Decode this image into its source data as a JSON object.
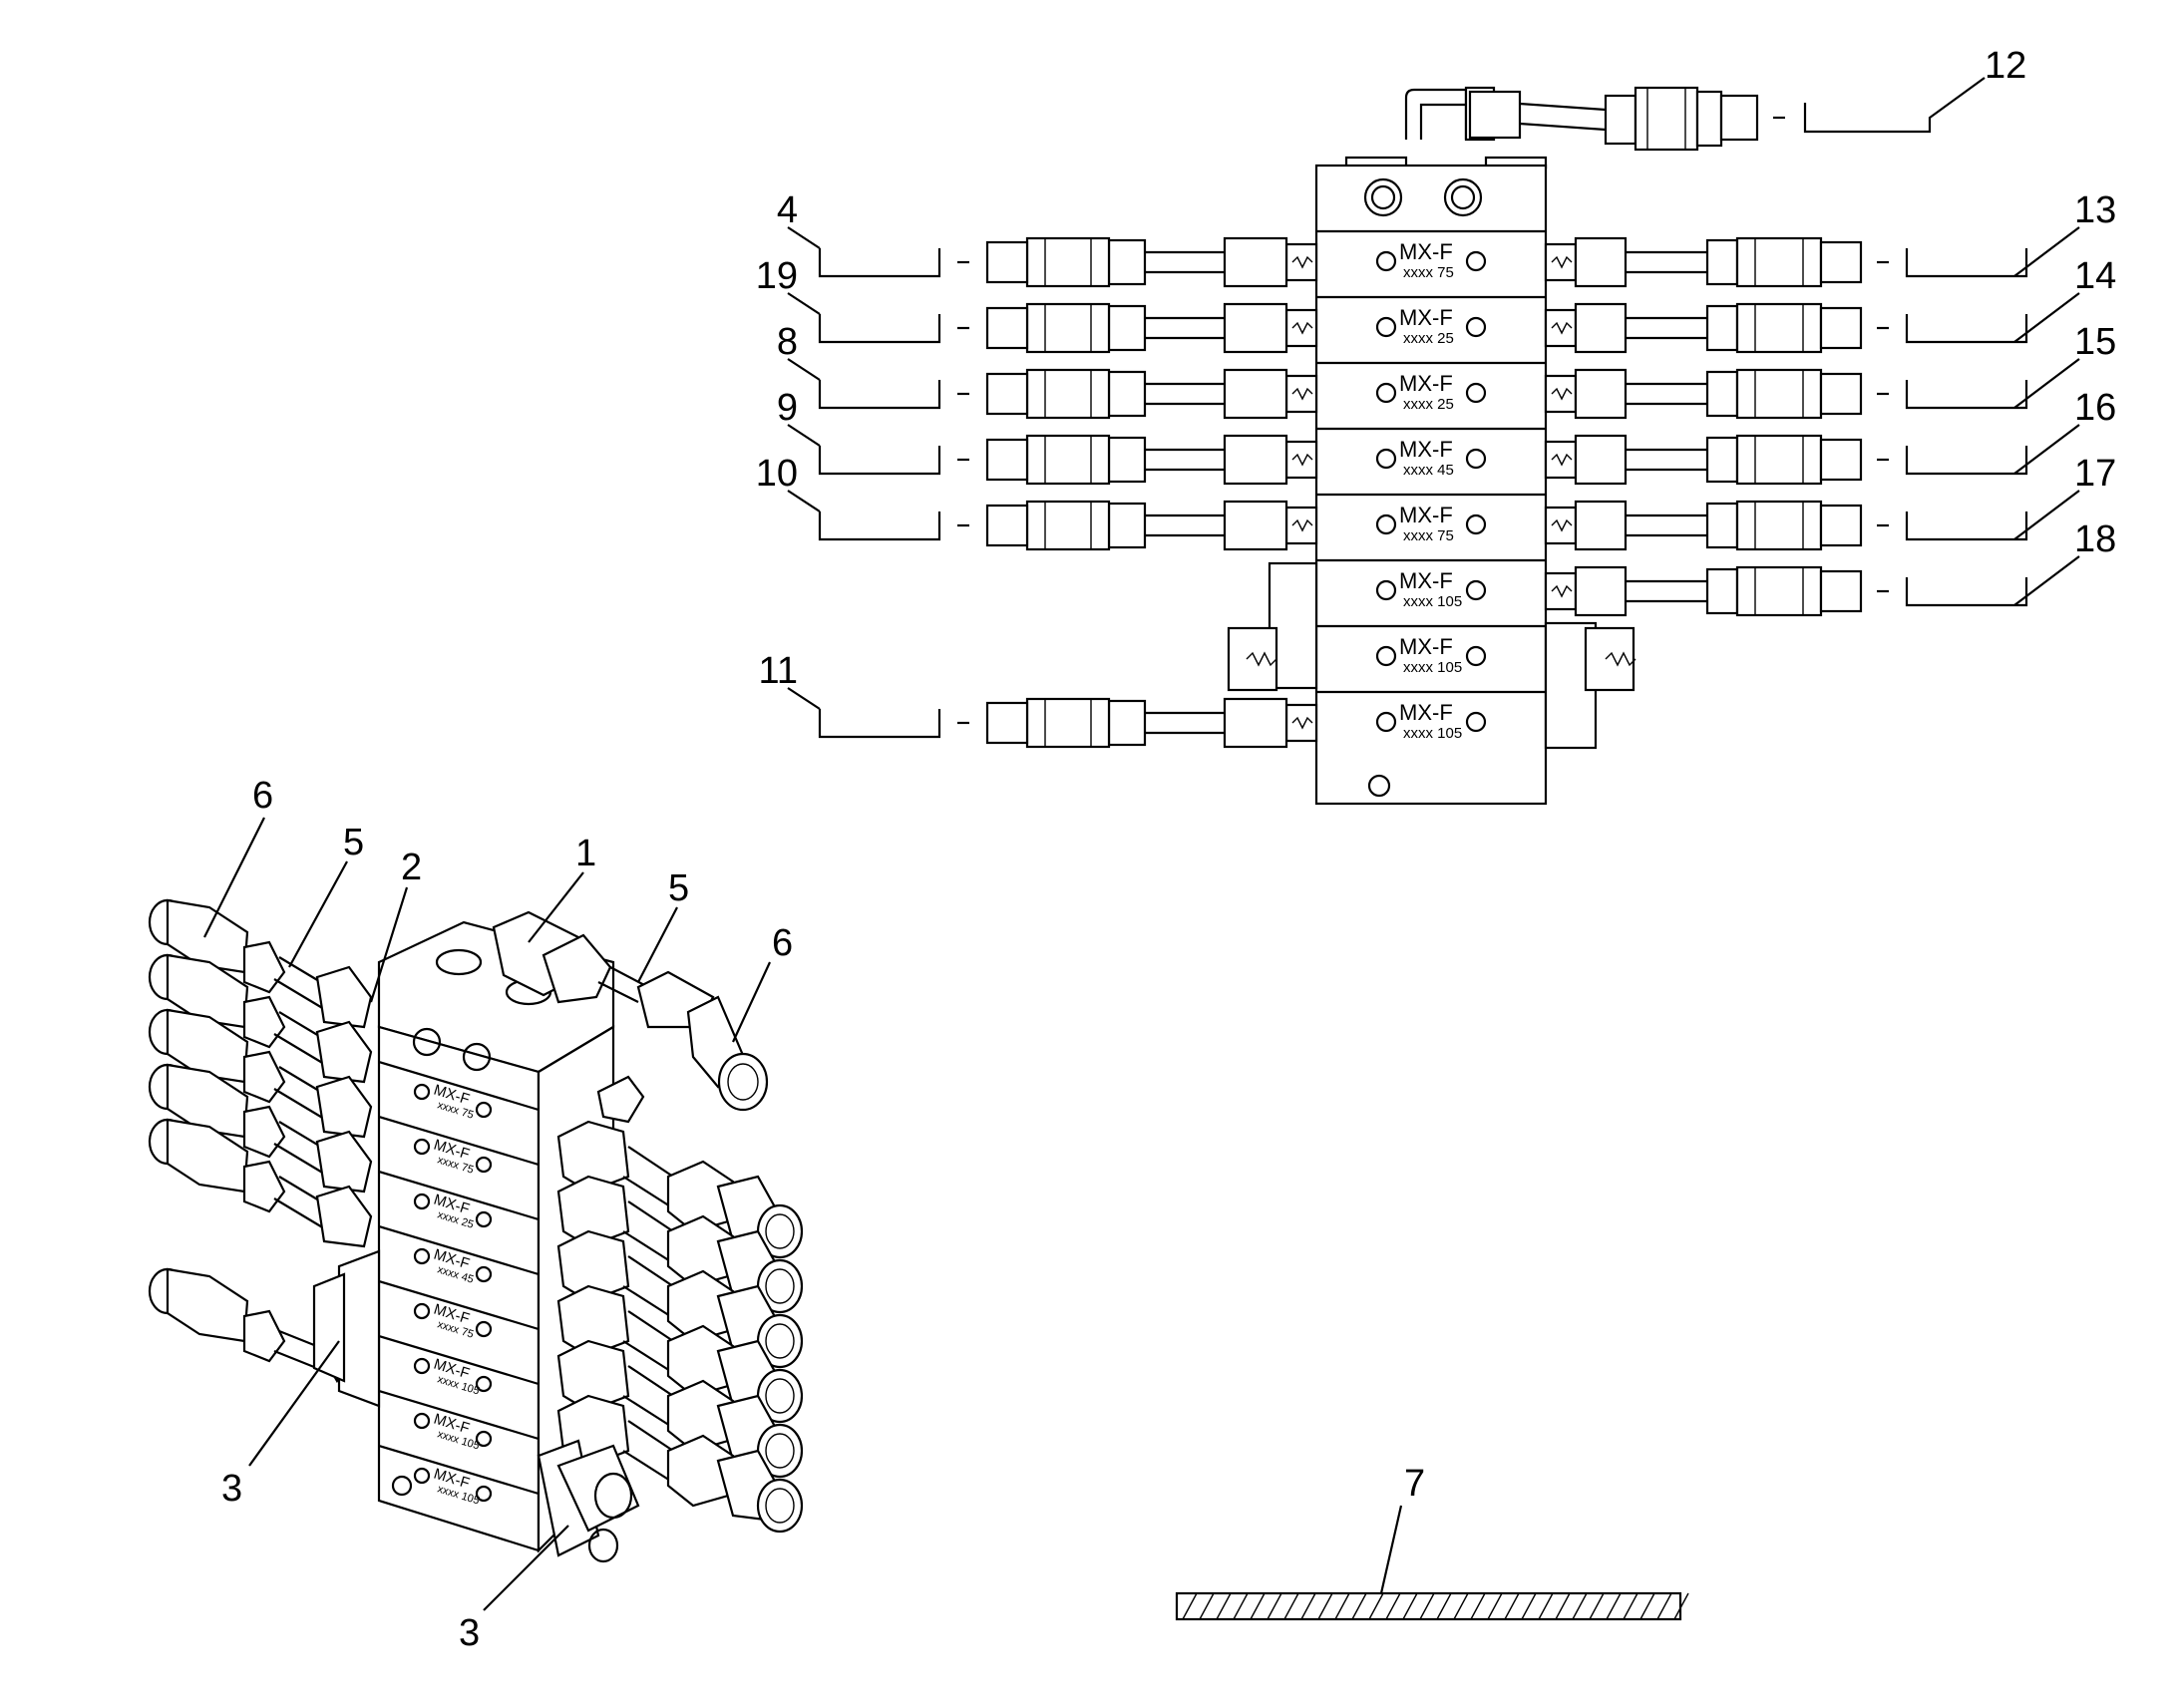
{
  "schematic": {
    "supply_callout": "12",
    "left_callouts": [
      "4",
      "19",
      "8",
      "9",
      "10",
      "11"
    ],
    "right_callouts": [
      "13",
      "14",
      "15",
      "16",
      "17",
      "18"
    ],
    "sections": [
      {
        "model": "MX-F",
        "code": "xxxx 75"
      },
      {
        "model": "MX-F",
        "code": "xxxx 25"
      },
      {
        "model": "MX-F",
        "code": "xxxx 25"
      },
      {
        "model": "MX-F",
        "code": "xxxx 45"
      },
      {
        "model": "MX-F",
        "code": "xxxx 75"
      },
      {
        "model": "MX-F",
        "code": "xxxx 105"
      },
      {
        "model": "MX-F",
        "code": "xxxx 105"
      },
      {
        "model": "MX-F",
        "code": "xxxx 105"
      }
    ]
  },
  "isometric": {
    "callouts": {
      "distributor": "1",
      "fitting": "2",
      "crossport_left": "3",
      "crossport_right": "3",
      "tube_left": "5",
      "tube_right": "5",
      "connector_left": "6",
      "connector_right": "6"
    },
    "sections": [
      {
        "model": "MX-F",
        "code": "xxxx 75"
      },
      {
        "model": "MX-F",
        "code": "xxxx 75"
      },
      {
        "model": "MX-F",
        "code": "xxxx 25"
      },
      {
        "model": "MX-F",
        "code": "xxxx 45"
      },
      {
        "model": "MX-F",
        "code": "xxxx 75"
      },
      {
        "model": "MX-F",
        "code": "xxxx 105"
      },
      {
        "model": "MX-F",
        "code": "xxxx 105"
      },
      {
        "model": "MX-F",
        "code": "xxxx 105"
      }
    ]
  },
  "hose": {
    "callout": "7"
  }
}
